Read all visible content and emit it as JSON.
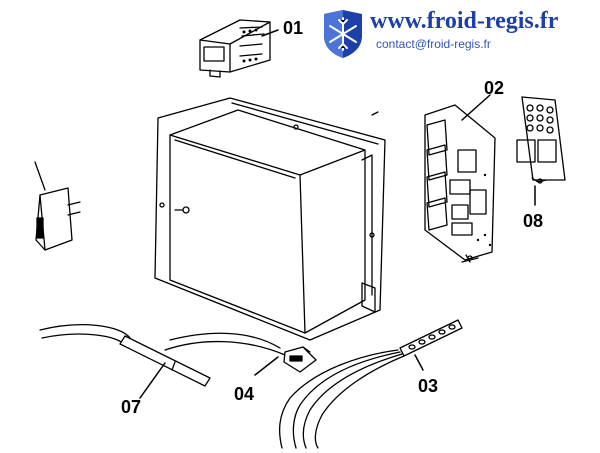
{
  "brand": {
    "url": "www.froid-regis.fr",
    "email": "contact@froid-regis.fr",
    "logo_icon": "snowflake-shield-icon",
    "colors": {
      "brand_blue": "#1d3fa8",
      "email_blue": "#3355bb"
    }
  },
  "parts": [
    {
      "id": "01",
      "label": "01"
    },
    {
      "id": "02",
      "label": "02"
    },
    {
      "id": "03",
      "label": "03"
    },
    {
      "id": "04",
      "label": "04"
    },
    {
      "id": "07",
      "label": "07"
    },
    {
      "id": "08",
      "label": "08"
    }
  ]
}
